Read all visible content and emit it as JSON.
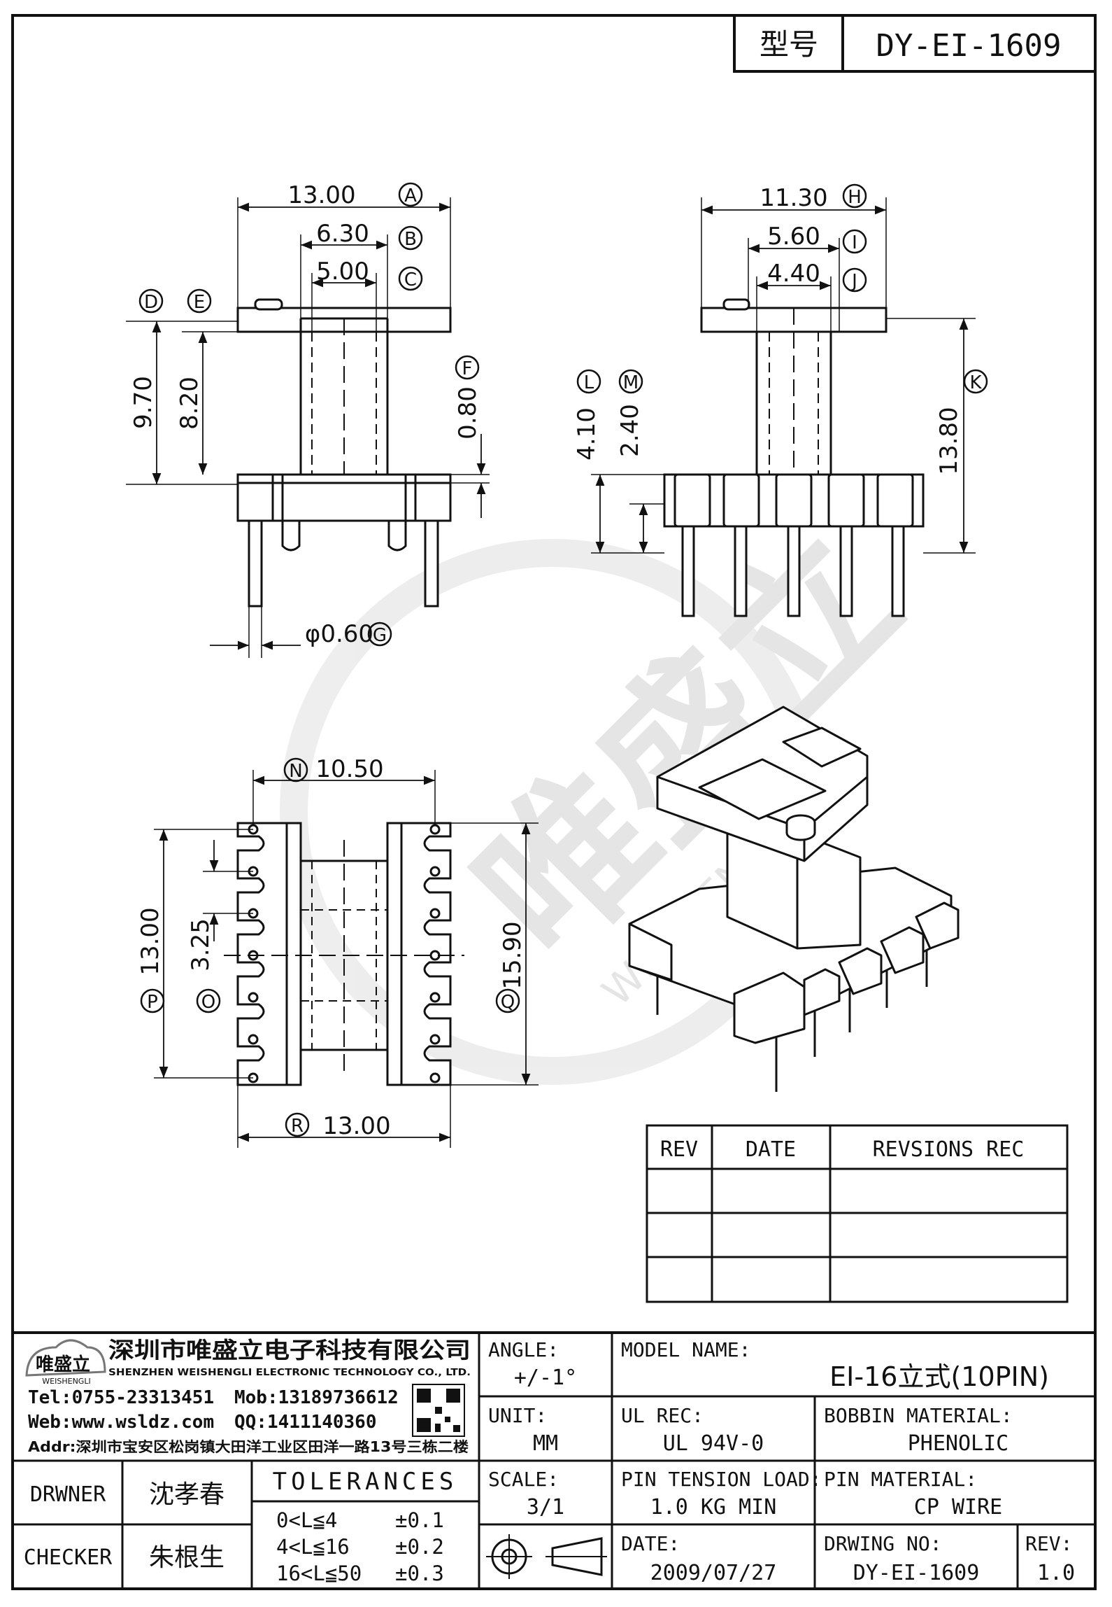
{
  "header": {
    "model_label": "型号",
    "model_no": "DY-EI-1609"
  },
  "watermark": {
    "brand": "唯盛立",
    "brand_en": "WEISHENGLI"
  },
  "front_view": {
    "dims": {
      "a": "13.00",
      "b": "6.30",
      "c": "5.00",
      "h1": "9.70",
      "h2": "8.20",
      "f": "0.80",
      "pin": "φ0.60"
    },
    "letters": [
      "A",
      "B",
      "C",
      "D",
      "E",
      "F",
      "G"
    ]
  },
  "side_view": {
    "dims": {
      "h": "11.30",
      "i": "5.60",
      "j": "4.40",
      "l": "4.10",
      "m": "2.40",
      "k": "13.80"
    },
    "letters": [
      "H",
      "I",
      "J",
      "K",
      "L",
      "M"
    ]
  },
  "bottom_view": {
    "dims": {
      "n": "10.50",
      "p": "13.00",
      "o": "3.25",
      "q": "15.90",
      "r": "13.00"
    },
    "letters": [
      "N",
      "O",
      "P",
      "Q",
      "R"
    ]
  },
  "revisions": {
    "headers": [
      "REV",
      "DATE",
      "REVSIONS REC"
    ],
    "rows": [
      [
        "",
        "",
        ""
      ],
      [
        "",
        "",
        ""
      ],
      [
        "",
        "",
        ""
      ]
    ]
  },
  "company": {
    "logo_text": "唯盛立",
    "logo_sub": "WEISHENGLI",
    "name_cn": "深圳市唯盛立电子科技有限公司",
    "name_en": "SHENZHEN WEISHENGLI ELECTRONIC TECHNOLOGY CO., LTD.",
    "tel": "Tel:0755-23313451",
    "mob": "Mob:13189736612",
    "web": "Web:www.wsldz.com",
    "qq": "QQ:1411140360",
    "addr": "Addr:深圳市宝安区松岗镇大田洋工业区田洋一路13号三栋二楼"
  },
  "title_block": {
    "drawer_label": "DRWNER",
    "drawer": "沈孝春",
    "checker_label": "CHECKER",
    "checker": "朱根生",
    "tolerances_label": "TOLERANCES",
    "tolerances": [
      {
        "range": "0<L≦4",
        "value": "±0.1"
      },
      {
        "range": "4<L≦16",
        "value": "±0.2"
      },
      {
        "range": "16<L≦50",
        "value": "±0.3"
      }
    ],
    "angle_label": "ANGLE:",
    "angle": "+/-1°",
    "unit_label": "UNIT:",
    "unit": "MM",
    "scale_label": "SCALE:",
    "scale": "3/1",
    "model_name_label": "MODEL NAME:",
    "model_name": "EI-16立式(10PIN)",
    "ul_label": "UL REC:",
    "ul": "UL 94V-0",
    "bobbin_label": "BOBBIN MATERIAL:",
    "bobbin": "PHENOLIC",
    "tension_label": "PIN TENSION LOAD:",
    "tension": "1.0 KG MIN",
    "pin_mat_label": "PIN MATERIAL:",
    "pin_mat": "CP WIRE",
    "date_label": "DATE:",
    "date": "2009/07/27",
    "dwg_label": "DRWING NO:",
    "dwg": "DY-EI-1609",
    "rev_label": "REV:",
    "rev": "1.0"
  }
}
